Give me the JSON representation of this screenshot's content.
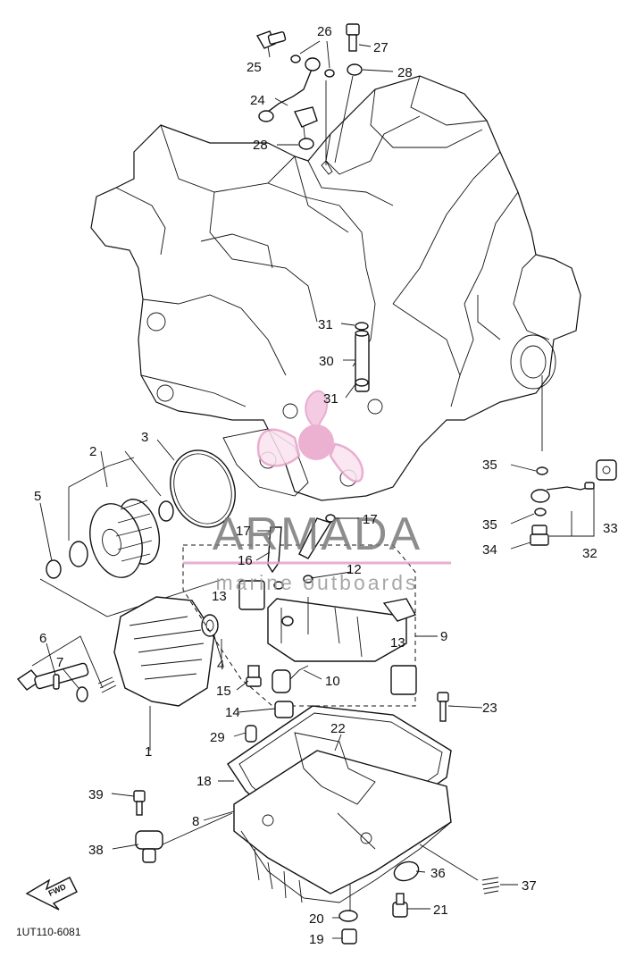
{
  "watermark": {
    "brand": "ARMADA",
    "tagline": "marine outboards",
    "brand_color": "#e6a0c8",
    "text_color": "#6e6e6e"
  },
  "diagram_code": "1UT110-6081",
  "fwd_label": "FWD",
  "parts": {
    "p1": "1",
    "p2": "2",
    "p3": "3",
    "p4": "4",
    "p5": "5",
    "p6": "6",
    "p7": "7",
    "p8": "8",
    "p9": "9",
    "p10": "10",
    "p12": "12",
    "p13a": "13",
    "p13b": "13",
    "p14": "14",
    "p15": "15",
    "p16": "16",
    "p17a": "17",
    "p17b": "17",
    "p18": "18",
    "p19": "19",
    "p20": "20",
    "p21": "21",
    "p22": "22",
    "p23": "23",
    "p24": "24",
    "p25": "25",
    "p26": "26",
    "p27": "27",
    "p28a": "28",
    "p28b": "28",
    "p29": "29",
    "p30": "30",
    "p31a": "31",
    "p31b": "31",
    "p32": "32",
    "p33": "33",
    "p34": "34",
    "p35a": "35",
    "p35b": "35",
    "p36": "36",
    "p37": "37",
    "p38": "38",
    "p39": "39"
  }
}
